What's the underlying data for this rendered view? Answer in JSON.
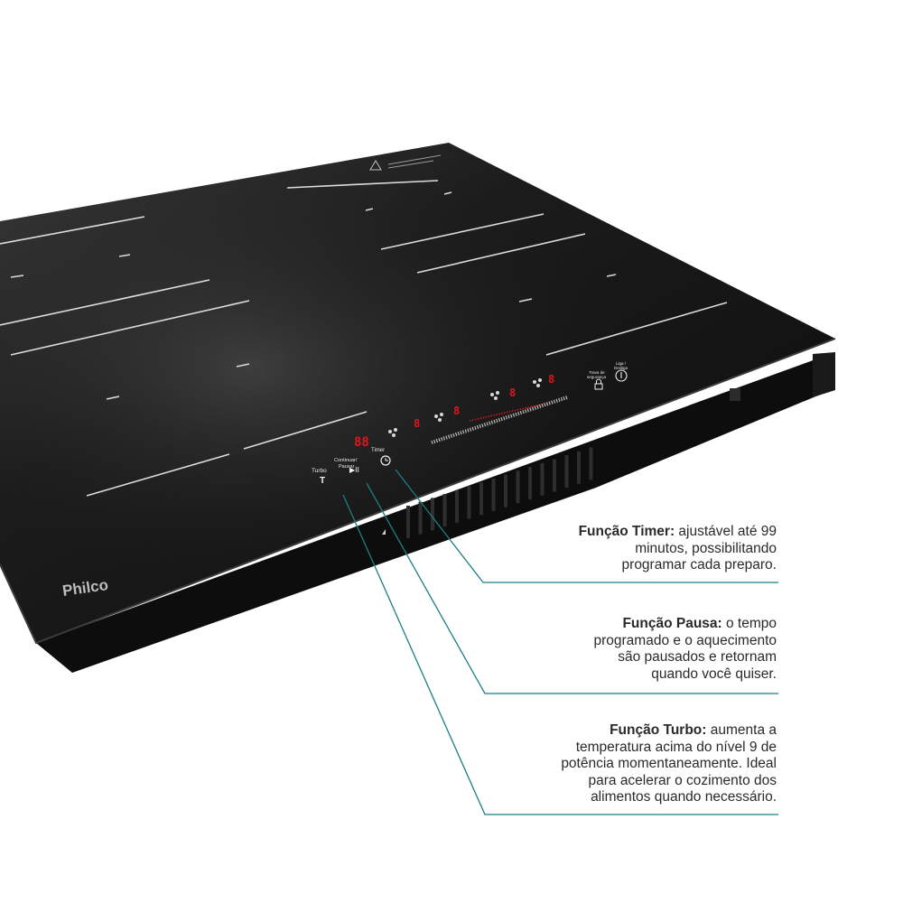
{
  "brand": "Philco",
  "panel": {
    "turbo_label": "Turbo",
    "turbo_symbol": "T",
    "pause_label_1": "Continuar/",
    "pause_label_2": "Pausar",
    "pause_symbol": "▶II",
    "timer_label": "Timer",
    "timer_display": "88",
    "zone_display": "8",
    "lock_label_1": "Trava de",
    "lock_label_2": "segurança",
    "power_label_1": "Liga /",
    "power_label_2": "Desliga"
  },
  "callouts": {
    "timer": {
      "title": "Função Timer:",
      "line1_rest": " ajustável até 99",
      "line2": "minutos, possibilitando",
      "line3": "programar cada preparo."
    },
    "pausa": {
      "title": "Função Pausa:",
      "line1_rest": " o tempo",
      "line2": "programado e o aquecimento",
      "line3": "são pausados e retornam",
      "line4": "quando você quiser."
    },
    "turbo": {
      "title": "Função Turbo:",
      "line1_rest": " aumenta a",
      "line2": "temperatura acima do nível 9 de",
      "line3": "potência momentaneamente. Ideal",
      "line4": "para acelerar o cozimento dos",
      "line5": "alimentos quando necessário."
    }
  },
  "colors": {
    "glass": "#141414",
    "glass_edge": "#2a2a2a",
    "led_red": "#e0151b",
    "leader_teal": "#1a7f86",
    "text": "#2a2a2a"
  }
}
